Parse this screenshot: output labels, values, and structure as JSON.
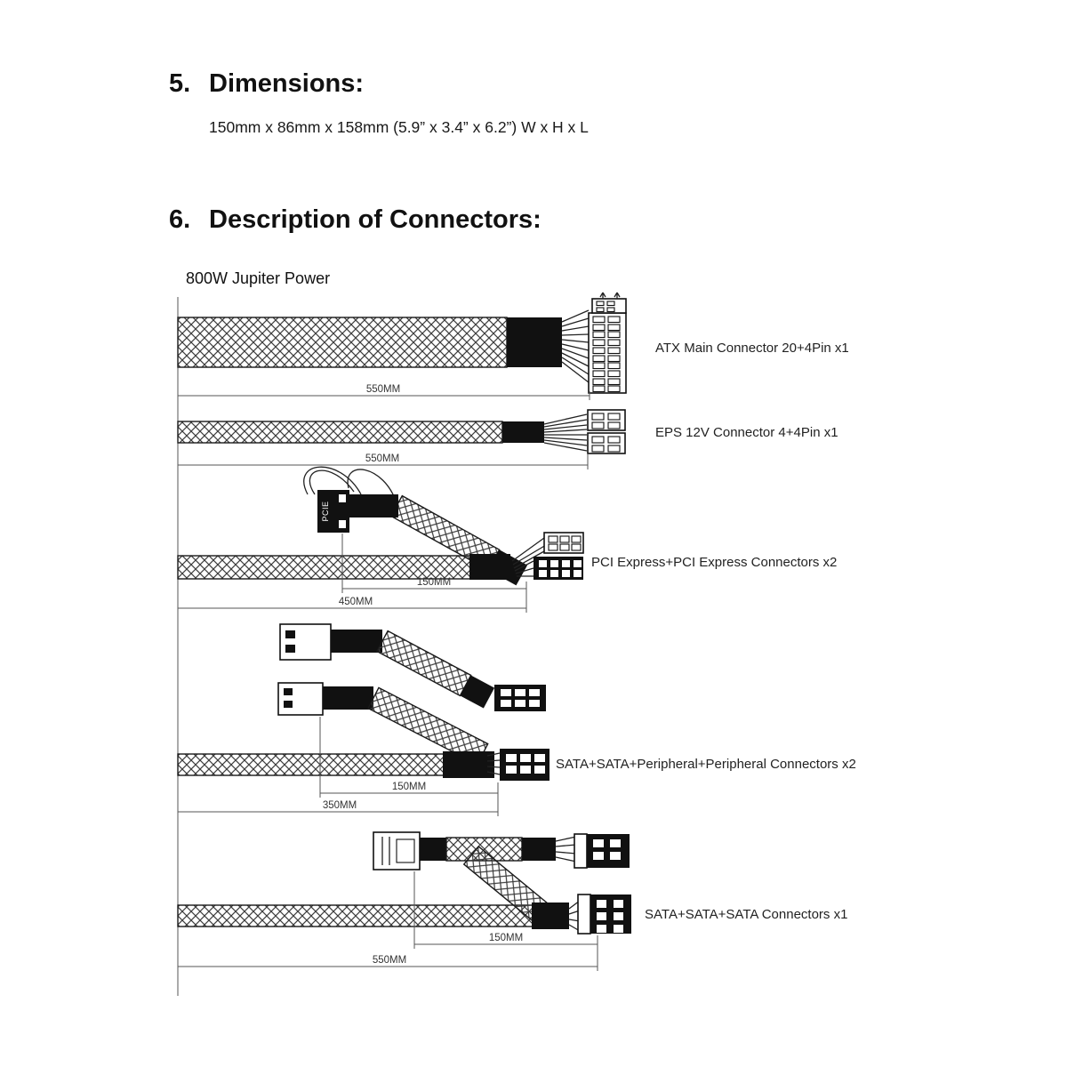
{
  "sections": [
    {
      "number": "5.",
      "title": "Dimensions:",
      "body": "150mm x 86mm x 158mm (5.9” x 3.4” x 6.2”) W x H x L"
    },
    {
      "number": "6.",
      "title": "Description of Connectors:"
    }
  ],
  "diagram": {
    "title": "800W Jupiter Power",
    "pcie_text": "PCIE",
    "cables": [
      {
        "name": "atx",
        "label": "ATX Main Connector 20+4Pin x1",
        "dims": [
          "550MM"
        ]
      },
      {
        "name": "eps",
        "label": "EPS 12V Connector 4+4Pin x1",
        "dims": [
          "550MM"
        ]
      },
      {
        "name": "pcie",
        "label": "PCI Express+PCI Express Connectors x2",
        "dims": [
          "150MM",
          "450MM"
        ]
      },
      {
        "name": "sata-peripheral",
        "label": "SATA+SATA+Peripheral+Peripheral Connectors x2",
        "dims": [
          "150MM",
          "350MM"
        ]
      },
      {
        "name": "sata",
        "label": "SATA+SATA+SATA Connectors x1",
        "dims": [
          "150MM",
          "550MM"
        ]
      }
    ]
  }
}
